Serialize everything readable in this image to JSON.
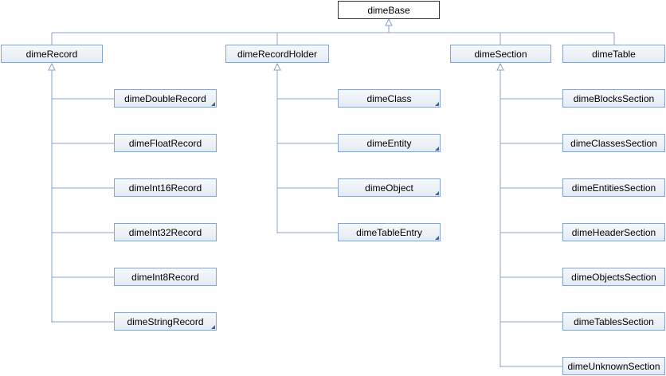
{
  "root": {
    "id": "dimeBase",
    "label": "dimeBase"
  },
  "nodes": [
    {
      "id": "dimeRecord",
      "label": "dimeRecord",
      "parent": "dimeBase"
    },
    {
      "id": "dimeRecordHolder",
      "label": "dimeRecordHolder",
      "parent": "dimeBase"
    },
    {
      "id": "dimeSection",
      "label": "dimeSection",
      "parent": "dimeBase"
    },
    {
      "id": "dimeTable",
      "label": "dimeTable",
      "parent": "dimeBase"
    },
    {
      "id": "dimeDoubleRecord",
      "label": "dimeDoubleRecord",
      "parent": "dimeRecord",
      "folded": true
    },
    {
      "id": "dimeFloatRecord",
      "label": "dimeFloatRecord",
      "parent": "dimeRecord"
    },
    {
      "id": "dimeInt16Record",
      "label": "dimeInt16Record",
      "parent": "dimeRecord"
    },
    {
      "id": "dimeInt32Record",
      "label": "dimeInt32Record",
      "parent": "dimeRecord"
    },
    {
      "id": "dimeInt8Record",
      "label": "dimeInt8Record",
      "parent": "dimeRecord"
    },
    {
      "id": "dimeStringRecord",
      "label": "dimeStringRecord",
      "parent": "dimeRecord",
      "folded": true
    },
    {
      "id": "dimeClass",
      "label": "dimeClass",
      "parent": "dimeRecordHolder",
      "folded": true
    },
    {
      "id": "dimeEntity",
      "label": "dimeEntity",
      "parent": "dimeRecordHolder",
      "folded": true
    },
    {
      "id": "dimeObject",
      "label": "dimeObject",
      "parent": "dimeRecordHolder",
      "folded": true
    },
    {
      "id": "dimeTableEntry",
      "label": "dimeTableEntry",
      "parent": "dimeRecordHolder",
      "folded": true
    },
    {
      "id": "dimeBlocksSection",
      "label": "dimeBlocksSection",
      "parent": "dimeSection"
    },
    {
      "id": "dimeClassesSection",
      "label": "dimeClassesSection",
      "parent": "dimeSection"
    },
    {
      "id": "dimeEntitiesSection",
      "label": "dimeEntitiesSection",
      "parent": "dimeSection"
    },
    {
      "id": "dimeHeaderSection",
      "label": "dimeHeaderSection",
      "parent": "dimeSection"
    },
    {
      "id": "dimeObjectsSection",
      "label": "dimeObjectsSection",
      "parent": "dimeSection"
    },
    {
      "id": "dimeTablesSection",
      "label": "dimeTablesSection",
      "parent": "dimeSection"
    },
    {
      "id": "dimeUnknownSection",
      "label": "dimeUnknownSection",
      "parent": "dimeSection"
    }
  ],
  "colors": {
    "edge": "#8aa4c8",
    "arrow": "#8aa4c8",
    "node_border": "#8aa4c8",
    "root_border": "#333333"
  }
}
